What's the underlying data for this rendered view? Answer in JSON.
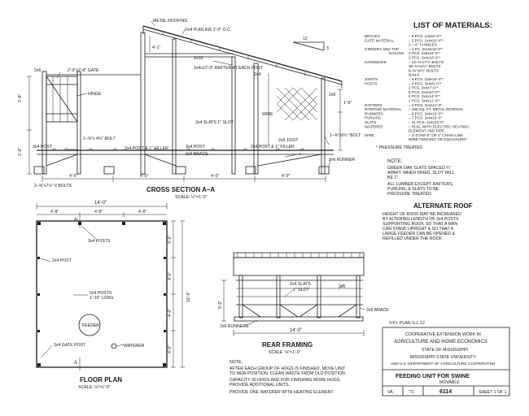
{
  "cross_section": {
    "title": "CROSS SECTION A–A",
    "scale": "SCALE: ¼\"=1'-0\"",
    "labels": {
      "metal_roofing": "METAL ROOFING",
      "purlins": "2x4 PURLINS 2'-0\" O.C.",
      "gate_2x6": "2x6",
      "gate": "2'-0\"x2'-8\" GATE",
      "hinge": "HINGE",
      "post_3x4": "3x4 POST",
      "bolts": "2–⅜\"x7½\" # BOLTS",
      "bolt": "1–⅜\"x 4½\" BOLT",
      "post_filler": "2x4 POST & 1\" FILLER",
      "post_3x4_b": "3x4 POST",
      "brace_2x6": "2x6 BRACE",
      "post_filler_b": "2x4 POST & 1\" FILLER",
      "slats": "2x4 SLATS 1\" SLOT",
      "x2x10": "2x10",
      "rafter": "2x4x12'-0\" RAFTER AT EACH POST",
      "x2x4": "2x4",
      "wire": "WIRE",
      "joist": "2x6 JOIST",
      "bolt_right": "1–⅜\"x5½\" BOLT",
      "runner": "2x6 RUNNER",
      "x2x6": "2x6",
      "pitch_12": "12",
      "pitch_3": "3",
      "h_2_8": "2'-8\"",
      "h_2_0": "2'-0\"",
      "h_4_1": "4'-1\"",
      "h_1_6": "1'-6\"",
      "d1": "4'-0\"",
      "d2": "4'-0\"",
      "d3": "4'-0\"",
      "d4": "4'-0\""
    }
  },
  "materials": {
    "title": "LIST OF MATERIALS:",
    "rows": [
      {
        "item": "BRACES",
        "spec": "– 6 PCS. 2x6x6'-0\"*"
      },
      {
        "item": "GATE MATERIAL",
        "spec": "– 2 PCS. 1x4x10'-0\"*"
      },
      {
        "item": "",
        "spec": "2 – 4\" T-HINGES"
      },
      {
        "item": "GIRDERS AND TOP",
        "spec": "– 1 PC. 2x10x16'-0\"*"
      },
      {
        "item": "RAILING",
        "spec": "2 PCS. 2x6x16'-0\"*"
      },
      {
        "item": "",
        "spec": "2 PCS. 2x4x16'-0\"*"
      },
      {
        "item": "HARDWARE",
        "spec": "– 22–⅜\"x7½\" BOLTS"
      },
      {
        "item": "",
        "spec": "38–⅜\"x5½\" BOLTS"
      },
      {
        "item": "",
        "spec": "8–⅜\"x4½\" BOLTS"
      },
      {
        "item": "",
        "spec": "NAILS"
      },
      {
        "item": "JOISTS",
        "spec": "– 4 PCS. 2x6x16'-0\"*"
      },
      {
        "item": "POSTS",
        "spec": "– 4 PCS. 3x4x5'-0\"*"
      },
      {
        "item": "",
        "spec": "2 PCS. 3x4x7'-0\"*"
      },
      {
        "item": "",
        "spec": "5 PCS. 2x4x10'-0\"*"
      },
      {
        "item": "",
        "spec": "4 PCS. 2x4x14'-0\"*"
      },
      {
        "item": "",
        "spec": "2 PCS. 3x4x12'-0\"*"
      },
      {
        "item": "RAFTERS",
        "spec": "– 4 PCS. 2x4x12'-0\""
      },
      {
        "item": "ROOFING MATERIAL",
        "spec": "– 195 SQ. FT. METAL ROOFING"
      },
      {
        "item": "RUNNERS",
        "spec": "– 6 PCS. 2x6x16'-0\"*"
      },
      {
        "item": "PURLINS",
        "spec": "– 7 PCS. 2x4x16'-0\""
      },
      {
        "item": "SLATS",
        "spec": "– 41 PCS. 2x4x14'-0\""
      },
      {
        "item": "WATERER",
        "spec": "– HOG, WITH ELECTRIC HEATING"
      },
      {
        "item": "",
        "spec": "ELEMENT AND PIPE"
      },
      {
        "item": "WIRE",
        "spec": "– 3'-0\"x50'-0\" OF 1\" CHAIN LINK"
      },
      {
        "item": "",
        "spec": "WIRE FENCING OR EQUIVALENT"
      }
    ],
    "footnote": "* PRESSURE TREATED"
  },
  "note_top": {
    "heading": "NOTE:",
    "lines": [
      "GREEN OAK SLATS SPACED ¾\"",
      "APART. WHEN DRIED, SLOT WILL",
      "BE 1\".",
      "ALL LUMBER EXCEPT RAFTERS,",
      "PURLINS, & SLATS TO BE",
      "PRESSURE TREATED."
    ]
  },
  "alternate_roof": {
    "title": "ALTERNATE ROOF",
    "lines": [
      "HEIGHT OF ROOF MAY BE INCREASED",
      "BY ALTERING LENGTH OF 3x4 POSTS",
      "SUPPORTING ROOF, SO THAT A MAN",
      "CAN STAND UPRIGHT & SO THAT A",
      "LARGE FEEDER CAN BE OPENED &",
      "REFILLED UNDER THE ROOF."
    ]
  },
  "floor_plan": {
    "title": "FLOOR PLAN",
    "scale": "SCALE: ⅛\"=1'-0\"",
    "dim_total": "14'-0\"",
    "dim_a": "4'-8\"",
    "dim_b": "4'-8\"",
    "dim_c": "4'-8\"",
    "dim_d1": "4'-0\"",
    "dim_d2": "4'-0\"",
    "dim_d3": "4'-0\"",
    "dim_d4": "4'-0\"",
    "dim_side": "16'-0\"",
    "section_a": "A",
    "section_a2": "A",
    "posts_3x4": "3x4 POSTS",
    "post_2x4": "2x4 POST",
    "posts_2x4": "2x4 POSTS",
    "posts_2x4_note": "1'-10\" LONG",
    "feeder": "FEEDER",
    "gate_post": "3x4 GATE POST",
    "waterer": "WATERER"
  },
  "rear_framing": {
    "title": "REAR FRAMING",
    "scale": "SCALE: ⅛\"=1'-0\"",
    "slats": "2x4 SLATS",
    "slot": "1\" SLOT",
    "x2x6": "2x6",
    "brace": "2x6 BRACE",
    "runners": "2x6 RUNNERS",
    "width": "14'-0\"",
    "height": "5'-0\""
  },
  "note_bottom": {
    "heading": "NOTE:",
    "lines": [
      "AFTER EACH GROUP OF HOGS IS FINISHED, MOVE UNIT",
      "TO NEW POSITION. CLEAN WASTE FROM OLD POSITION.",
      "CAPACITY 30 HOGS AND FOR FINISHING MORE HOGS,",
      "PROVIDE ADDITIONAL UNITS.",
      "PROVIDE ONE WATERER WITH HEATING ELEMENT."
    ]
  },
  "title_block": {
    "plan_no": "V.P.I. PLAN G-L.12",
    "org1": "COOPERATIVE EXTENSION WORK IN",
    "org2": "AGRICULTURE AND HOME ECONOMICS",
    "org3": "STATE OF MISSISSIPPI",
    "org4": "MISSISSIPPI STATE UNIVERSITY",
    "org5": "AND U.S. DEPARTMENT OF AGRICULTURE COOPERATING",
    "main_title": "FEEDING UNIT FOR SWINE",
    "subtitle": "MOVABLE",
    "state": "VA.",
    "year": "'71",
    "number": "6114",
    "sheet": "SHEET 1 OF 1"
  }
}
